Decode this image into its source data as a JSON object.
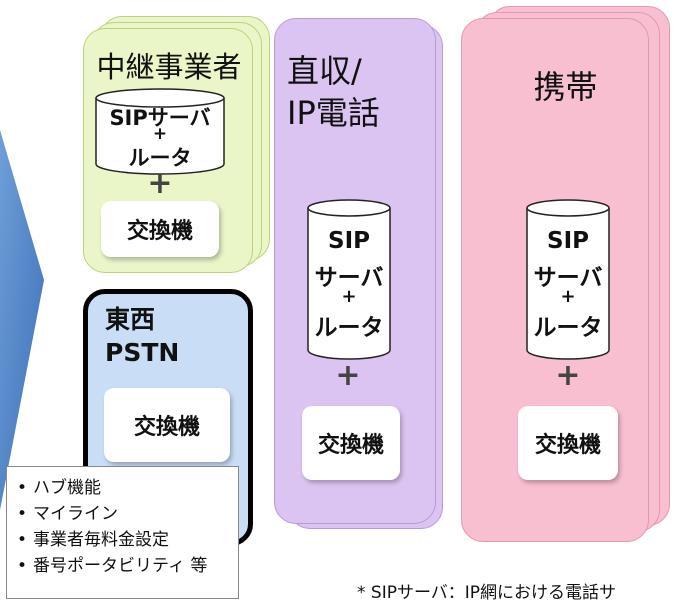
{
  "left_arrow_icon": "right-arrow-icon",
  "carrier_relay": {
    "title": "中継事業者",
    "cylinder": {
      "top": "SIPサーバ",
      "plus": "+",
      "bottom": "ルータ"
    },
    "plus": "+",
    "exchange": "交換機"
  },
  "direct_ip": {
    "title_line1": "直収/",
    "title_line2": "IP電話",
    "cylinder": {
      "line1": "SIP",
      "line2": "サーバ",
      "plus": "+",
      "line3": "ルータ"
    },
    "plus": "+",
    "exchange": "交換機"
  },
  "mobile": {
    "title": "携帯",
    "cylinder": {
      "line1": "SIP",
      "line2": "サーバ",
      "plus": "+",
      "line3": "ルータ"
    },
    "plus": "+",
    "exchange": "交換機"
  },
  "pstn": {
    "title_line1": "東西",
    "title_line2": "PSTN",
    "exchange": "交換機"
  },
  "functions": [
    "ハブ機能",
    "マイライン",
    "事業者毎料金設定",
    "番号ポータビリティ 等"
  ],
  "footnote": "* SIPサーバ：IP網における電話サ"
}
